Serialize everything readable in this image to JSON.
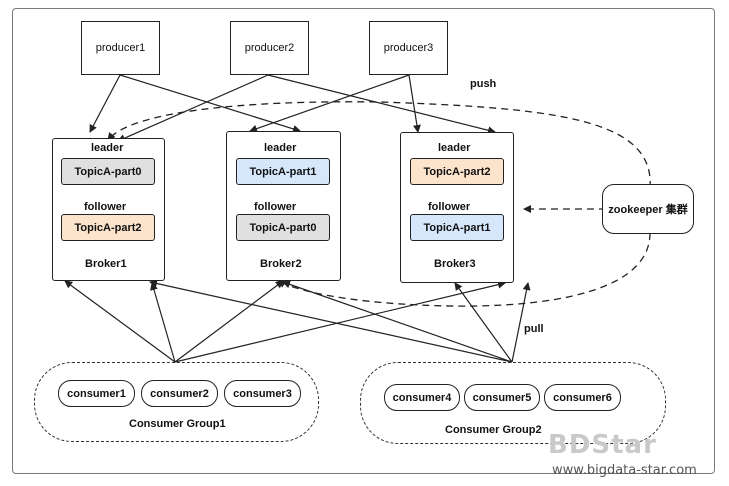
{
  "producers": [
    {
      "label": "producer1"
    },
    {
      "label": "producer2"
    },
    {
      "label": "producer3"
    }
  ],
  "brokers": [
    {
      "name": "Broker1",
      "leader_label": "leader",
      "leader_part": "TopicA-part0",
      "follower_label": "follower",
      "follower_part": "TopicA-part2"
    },
    {
      "name": "Broker2",
      "leader_label": "leader",
      "leader_part": "TopicA-part1",
      "follower_label": "follower",
      "follower_part": "TopicA-part0"
    },
    {
      "name": "Broker3",
      "leader_label": "leader",
      "leader_part": "TopicA-part2",
      "follower_label": "follower",
      "follower_part": "TopicA-part1"
    }
  ],
  "zookeeper": {
    "label": "zookeeper 集群"
  },
  "labels": {
    "push": "push",
    "pull": "pull"
  },
  "consumer_groups": [
    {
      "name": "Consumer Group1",
      "consumers": [
        "consumer1",
        "consumer2",
        "consumer3"
      ]
    },
    {
      "name": "Consumer Group2",
      "consumers": [
        "consumer4",
        "consumer5",
        "consumer6"
      ]
    }
  ],
  "watermark": {
    "logo": "BDStar",
    "url": "www.bigdata-star.com"
  },
  "colors": {
    "grey": "#e0e0e0",
    "orange": "#fbe3cc",
    "blue": "#d6e7fb"
  }
}
